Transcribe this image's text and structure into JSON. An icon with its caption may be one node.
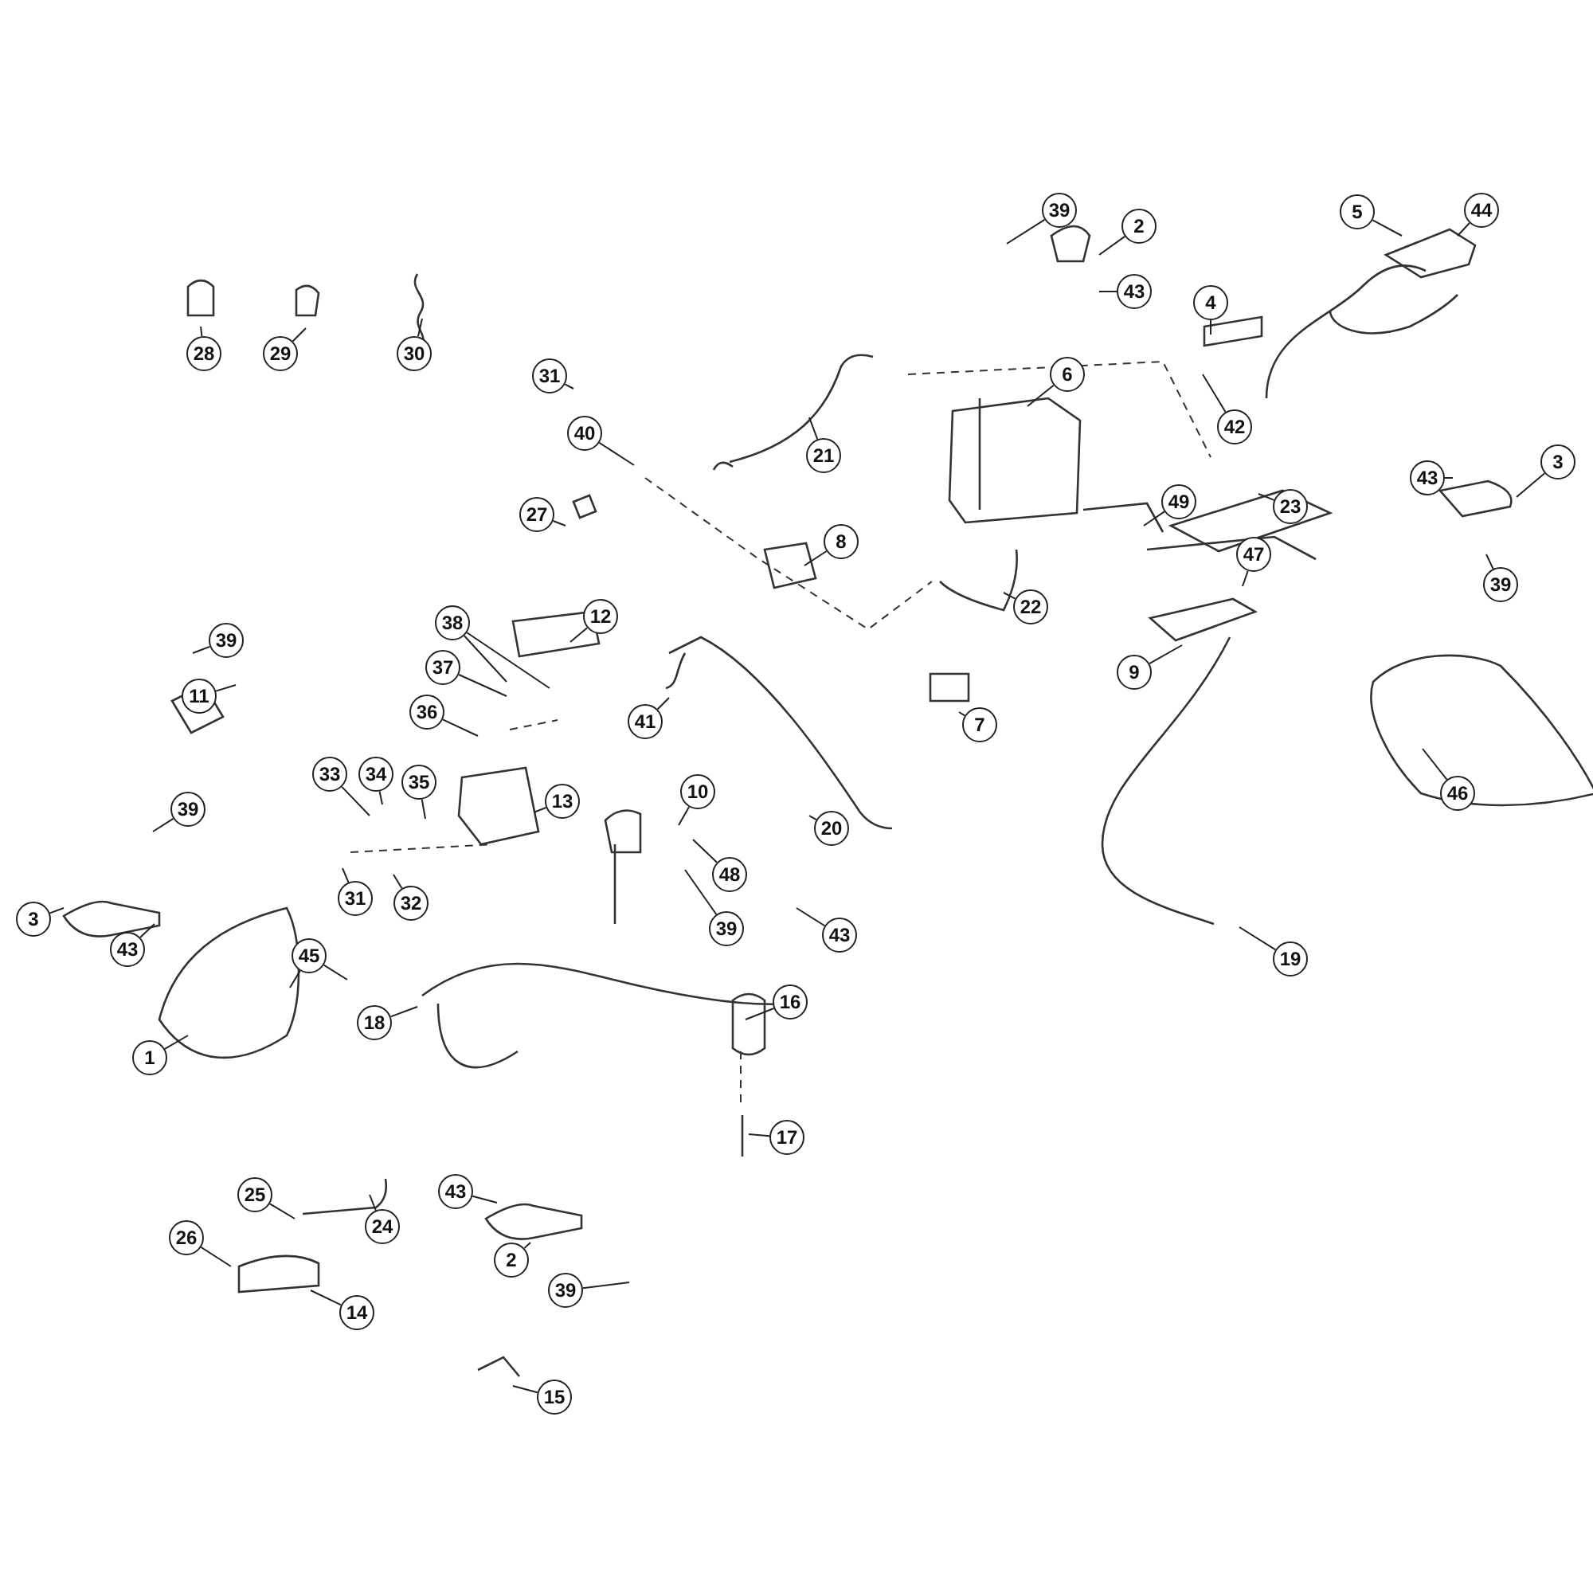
{
  "diagram": {
    "nodes": [
      {
        "text": [
          "39"
        ]
      },
      {
        "text": [
          "2"
        ]
      },
      {
        "text": [
          "43"
        ]
      },
      {
        "text": [
          "4"
        ]
      },
      {
        "text": [
          "42"
        ]
      },
      {
        "text": [
          "5"
        ]
      },
      {
        "text": [
          "44"
        ]
      },
      {
        "text": [
          "6"
        ]
      },
      {
        "text": [
          "49"
        ]
      },
      {
        "text": [
          "23"
        ]
      },
      {
        "text": [
          "43"
        ]
      },
      {
        "text": [
          "3"
        ]
      },
      {
        "text": [
          "39"
        ]
      },
      {
        "text": [
          "47"
        ]
      },
      {
        "text": [
          "9"
        ]
      },
      {
        "text": [
          "46"
        ]
      },
      {
        "text": [
          "19"
        ]
      },
      {
        "text": [
          "31"
        ]
      },
      {
        "text": [
          "21"
        ]
      },
      {
        "text": [
          "40"
        ]
      },
      {
        "text": [
          "27"
        ]
      },
      {
        "text": [
          "8"
        ]
      },
      {
        "text": [
          "22"
        ]
      },
      {
        "text": [
          "7"
        ]
      },
      {
        "text": [
          "12"
        ]
      },
      {
        "text": [
          "38"
        ]
      },
      {
        "text": [
          "37"
        ]
      },
      {
        "text": [
          "36"
        ]
      },
      {
        "text": [
          "39"
        ]
      },
      {
        "text": [
          "11"
        ]
      },
      {
        "text": [
          "41"
        ]
      },
      {
        "text": [
          "10"
        ]
      },
      {
        "text": [
          "13"
        ]
      },
      {
        "text": [
          "20"
        ]
      },
      {
        "text": [
          "33"
        ]
      },
      {
        "text": [
          "34"
        ]
      },
      {
        "text": [
          "35"
        ]
      },
      {
        "text": [
          "48"
        ]
      },
      {
        "text": [
          "39"
        ]
      },
      {
        "text": [
          "31"
        ]
      },
      {
        "text": [
          "32"
        ]
      },
      {
        "text": [
          "3"
        ]
      },
      {
        "text": [
          "43"
        ]
      },
      {
        "text": [
          "39"
        ]
      },
      {
        "text": [
          "43"
        ]
      },
      {
        "text": [
          "45"
        ]
      },
      {
        "text": [
          "1"
        ]
      },
      {
        "text": [
          "18"
        ]
      },
      {
        "text": [
          "16"
        ]
      },
      {
        "text": [
          "17"
        ]
      },
      {
        "text": [
          "28"
        ]
      },
      {
        "text": [
          "29"
        ]
      },
      {
        "text": [
          "30"
        ]
      },
      {
        "text": [
          "25"
        ]
      },
      {
        "text": [
          "24"
        ]
      },
      {
        "text": [
          "26"
        ]
      },
      {
        "text": [
          "14"
        ]
      },
      {
        "text": [
          "43"
        ]
      },
      {
        "text": [
          "2"
        ]
      },
      {
        "text": [
          "39"
        ]
      },
      {
        "text": [
          "15"
        ]
      }
    ],
    "edges": [
      {
        "from": 0,
        "to": null,
        "arrow": "none"
      },
      {
        "from": 1,
        "to": null,
        "arrow": "none"
      },
      {
        "from": 2,
        "to": null,
        "arrow": "none"
      },
      {
        "from": 3,
        "to": null,
        "arrow": "none"
      },
      {
        "from": 4,
        "to": null,
        "arrow": "none"
      },
      {
        "from": 5,
        "to": null,
        "arrow": "none"
      },
      {
        "from": 6,
        "to": null,
        "arrow": "none"
      },
      {
        "from": 7,
        "to": null,
        "arrow": "none"
      },
      {
        "from": 8,
        "to": null,
        "arrow": "none"
      },
      {
        "from": 9,
        "to": null,
        "arrow": "none"
      },
      {
        "from": 10,
        "to": null,
        "arrow": "none"
      },
      {
        "from": 11,
        "to": null,
        "arrow": "none"
      },
      {
        "from": 12,
        "to": null,
        "arrow": "none"
      },
      {
        "from": 13,
        "to": null,
        "arrow": "none"
      },
      {
        "from": 14,
        "to": null,
        "arrow": "none"
      },
      {
        "from": 15,
        "to": null,
        "arrow": "none"
      },
      {
        "from": 16,
        "to": null,
        "arrow": "none"
      },
      {
        "from": 17,
        "to": null,
        "arrow": "none"
      },
      {
        "from": 18,
        "to": null,
        "arrow": "none"
      },
      {
        "from": 19,
        "to": null,
        "arrow": "none"
      },
      {
        "from": 20,
        "to": null,
        "arrow": "none"
      },
      {
        "from": 21,
        "to": null,
        "arrow": "none"
      },
      {
        "from": 22,
        "to": null,
        "arrow": "none"
      },
      {
        "from": 23,
        "to": null,
        "arrow": "none"
      },
      {
        "from": 24,
        "to": null,
        "arrow": "none"
      },
      {
        "from": 25,
        "to": null,
        "arrow": "none"
      },
      {
        "from": 25,
        "to": null,
        "arrow": "none"
      },
      {
        "from": 26,
        "to": null,
        "arrow": "none"
      },
      {
        "from": 27,
        "to": null,
        "arrow": "none"
      },
      {
        "from": 28,
        "to": null,
        "arrow": "none"
      },
      {
        "from": 29,
        "to": null,
        "arrow": "none"
      },
      {
        "from": 30,
        "to": null,
        "arrow": "none"
      },
      {
        "from": 31,
        "to": null,
        "arrow": "none"
      },
      {
        "from": 32,
        "to": null,
        "arrow": "none"
      },
      {
        "from": 33,
        "to": null,
        "arrow": "none"
      },
      {
        "from": 34,
        "to": null,
        "arrow": "none"
      },
      {
        "from": 35,
        "to": null,
        "arrow": "none"
      },
      {
        "from": 36,
        "to": null,
        "arrow": "none"
      },
      {
        "from": 37,
        "to": null,
        "arrow": "none"
      },
      {
        "from": 38,
        "to": null,
        "arrow": "none"
      },
      {
        "from": 39,
        "to": null,
        "arrow": "none"
      },
      {
        "from": 40,
        "to": null,
        "arrow": "none"
      },
      {
        "from": 41,
        "to": null,
        "arrow": "none"
      },
      {
        "from": 42,
        "to": null,
        "arrow": "none"
      },
      {
        "from": 43,
        "to": null,
        "arrow": "none"
      },
      {
        "from": 44,
        "to": null,
        "arrow": "none"
      },
      {
        "from": 45,
        "to": null,
        "arrow": "none"
      },
      {
        "from": 45,
        "to": null,
        "arrow": "none"
      },
      {
        "from": 46,
        "to": null,
        "arrow": "none"
      },
      {
        "from": 47,
        "to": null,
        "arrow": "none"
      },
      {
        "from": 48,
        "to": null,
        "arrow": "none"
      },
      {
        "from": 49,
        "to": null,
        "arrow": "none"
      },
      {
        "from": 50,
        "to": null,
        "arrow": "none"
      },
      {
        "from": 51,
        "to": null,
        "arrow": "none"
      },
      {
        "from": 52,
        "to": null,
        "arrow": "none"
      },
      {
        "from": 53,
        "to": null,
        "arrow": "none"
      },
      {
        "from": 54,
        "to": null,
        "arrow": "none"
      },
      {
        "from": 55,
        "to": null,
        "arrow": "none"
      },
      {
        "from": 56,
        "to": null,
        "arrow": "none"
      },
      {
        "from": 57,
        "to": null,
        "arrow": "none"
      },
      {
        "from": 58,
        "to": null,
        "arrow": "none"
      },
      {
        "from": 59,
        "to": null,
        "arrow": "none"
      },
      {
        "from": 60,
        "to": null,
        "arrow": "none"
      }
    ]
  }
}
